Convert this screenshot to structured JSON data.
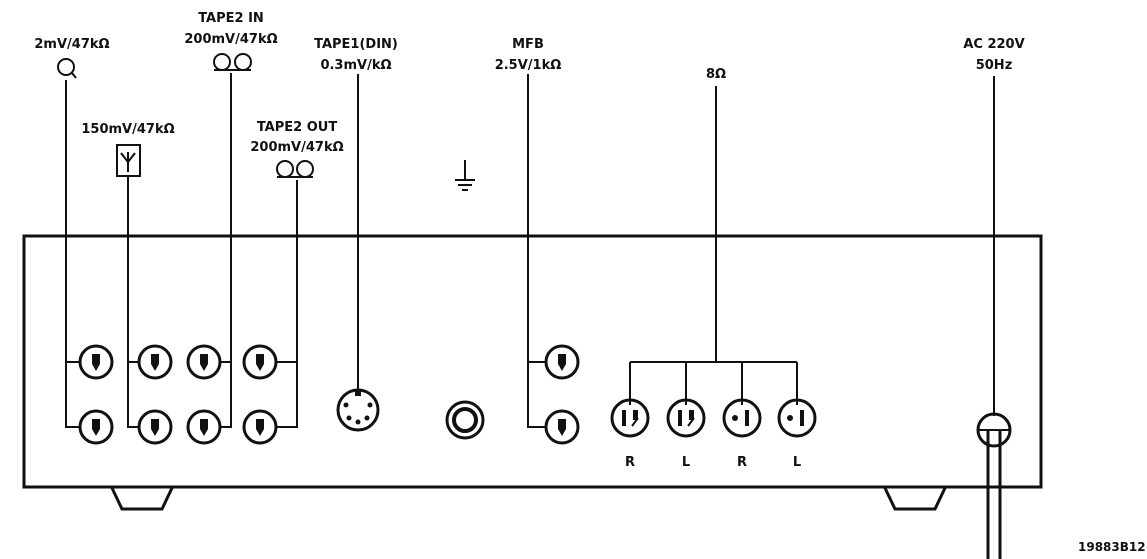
{
  "labels": {
    "phono": "2mV/47kΩ",
    "tuner": "150mV/47kΩ",
    "tape2_in_title": "TAPE2 IN",
    "tape2_in_level": "200mV/47kΩ",
    "tape2_out_title": "TAPE2 OUT",
    "tape2_out_level": "200mV/47kΩ",
    "tape1_title": "TAPE1(DIN)",
    "tape1_level": "0.3mV/kΩ",
    "mfb_title": "MFB",
    "mfb_level": "2.5V/1kΩ",
    "speaker": "8Ω",
    "mains_voltage": "AC 220V",
    "mains_freq": "50Hz"
  },
  "speaker_sockets": [
    "R",
    "L",
    "R",
    "L"
  ],
  "figure_code": "19883B12",
  "icons": {
    "phono": "phono-cartridge-icon",
    "tuner": "antenna-icon",
    "tape": "tape-reels-icon",
    "ground": "ground-symbol-icon"
  }
}
